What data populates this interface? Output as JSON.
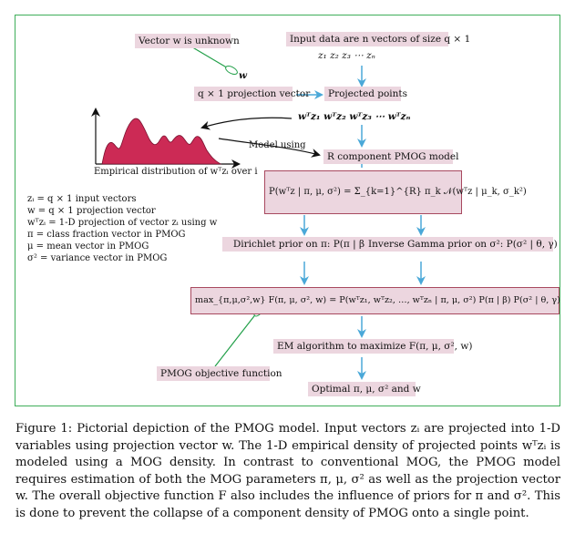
{
  "diagram": {
    "vector_w_label": "Vector w is unknown",
    "w_symbol": "w",
    "input_data": "Input data are n vectors of size q × 1",
    "z_list": "z₁   z₂   z₃  ⋯  zₙ",
    "projection_vector": "q × 1 projection vector",
    "projected_points": "Projected points",
    "projected_list": "wᵀz₁  wᵀz₂  wᵀz₃  ⋯  wᵀzₙ",
    "empirical_label": "Empirical distribution of wᵀzᵢ over i",
    "model_using": "Model using",
    "pmog_model": "R component PMOG model",
    "pmog_density": "P(wᵀz | π, μ, σ²) = Σ_{k=1}^{R} π_k 𝒩(wᵀz | μ_k, σ_k²)",
    "dirichlet": "Dirichlet prior on π: P(π | β)",
    "inverse_gamma": "Inverse Gamma prior on σ²: P(σ² | θ, γ)",
    "objective": "max_{π,μ,σ²,w}  F(π, μ, σ², w) = P(wᵀz₁, wᵀz₂, …, wᵀzₙ | π, μ, σ²) P(π | β) P(σ² | θ, γ)",
    "em": "EM algorithm to maximize F(π, μ, σ², w)",
    "optimal": "Optimal π, μ, σ² and w",
    "pmog_objective": "PMOG objective function",
    "legend": [
      "zᵢ = q × 1 input vectors",
      "w = q × 1 projection vector",
      "wᵀzᵢ = 1-D projection of vector zᵢ using w",
      "π = class fraction vector in PMOG",
      "μ = mean vector in PMOG",
      "σ² = variance vector in PMOG"
    ],
    "colors": {
      "box_fill": "#ecd6df",
      "box_border": "#a8495f",
      "arrow": "#4aa8d8",
      "density_fill": "#cc2a55",
      "frame": "#3fae5a",
      "pointer": "#23a04a"
    }
  },
  "caption": "Figure 1: Pictorial depiction of the PMOG model. Input vectors zᵢ are projected into 1-D variables using projection vector w. The 1-D empirical density of projected points wᵀzᵢ is modeled using a MOG density. In contrast to conventional MOG, the PMOG model requires estimation of both the MOG parameters π, μ, σ² as well as the projection vector w. The overall objective function F also includes the influence of priors for π and σ². This is done to prevent the collapse of a component density of PMOG onto a single point."
}
